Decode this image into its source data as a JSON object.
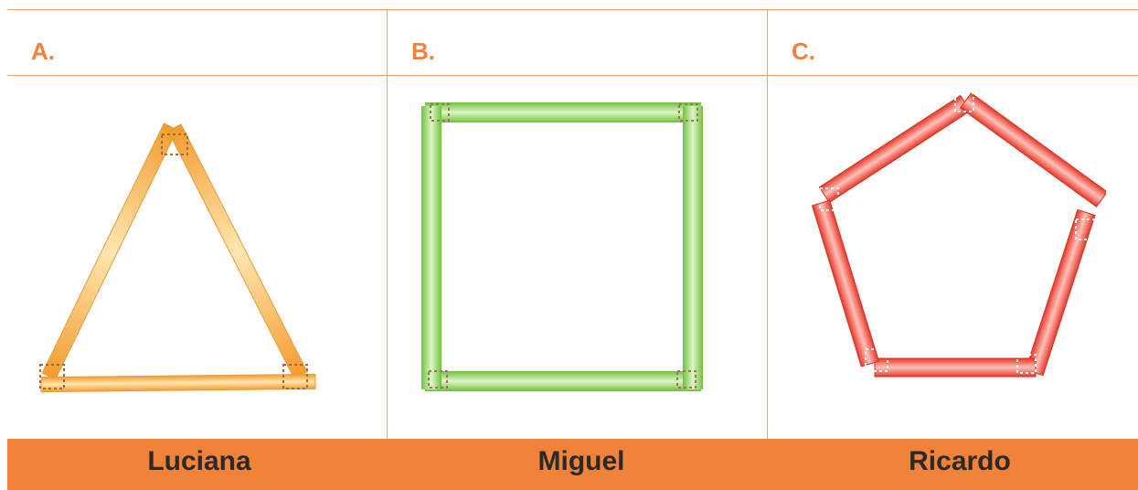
{
  "panels": [
    {
      "letter": "A.",
      "name": "Luciana",
      "shape": "triangle",
      "color": "#f7b955"
    },
    {
      "letter": "B.",
      "name": "Miguel",
      "shape": "square",
      "color": "#8fd15a"
    },
    {
      "letter": "C.",
      "name": "Ricardo",
      "shape": "pentagon",
      "color": "#ef4a3a"
    }
  ],
  "colors": {
    "accent": "#f0823a",
    "rule": "#f0a070",
    "name_text": "#2a2a2a"
  }
}
